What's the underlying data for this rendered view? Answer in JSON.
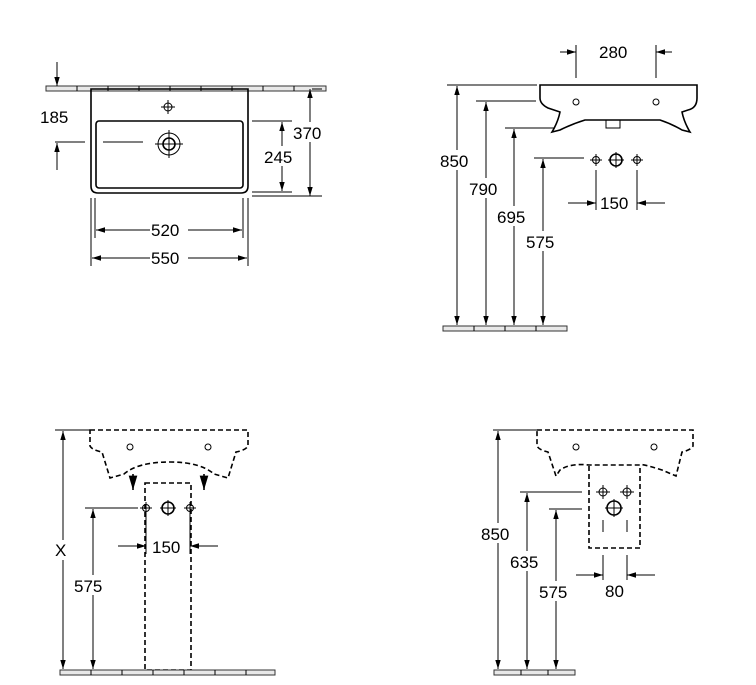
{
  "title": "Washbasin dimension drawing",
  "top_view": {
    "tap_to_drain_depth": "185",
    "bowl_depth": "245",
    "overall_depth": "370",
    "bowl_width": "520",
    "overall_width": "550"
  },
  "side_view": {
    "overflow_spacing": "280",
    "rim_height": "850",
    "underside_height": "790",
    "trap_height": "695",
    "supply_height": "575",
    "supply_spacing": "150"
  },
  "pedestal_view": {
    "total_height": "X",
    "supply_height": "575",
    "supply_spacing": "150"
  },
  "semi_pedestal_view": {
    "rim_height": "850",
    "drain_height": "635",
    "supply_height": "575",
    "supply_spacing": "80"
  },
  "colors": {
    "line": "#000000",
    "floor": "#e8e8e8"
  }
}
